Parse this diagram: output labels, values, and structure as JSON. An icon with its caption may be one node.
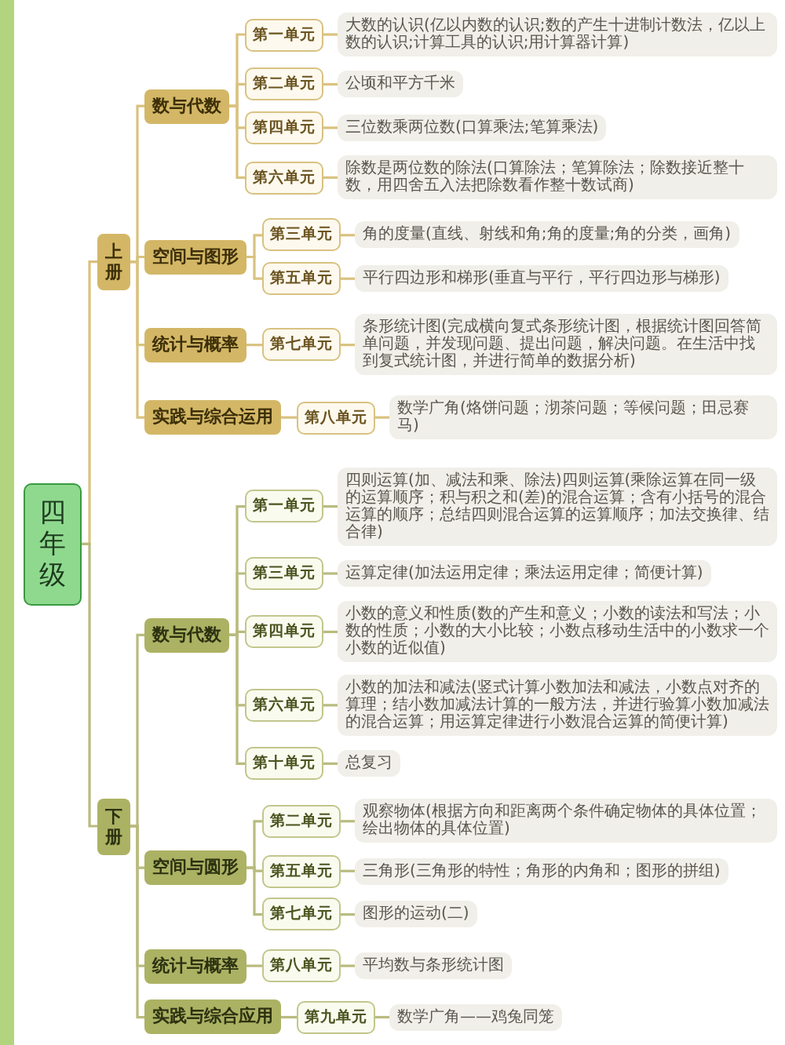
{
  "diagram": {
    "nodes": [
      {
        "text": [
          "四年级"
        ]
      },
      {
        "text": [
          "上册"
        ]
      },
      {
        "text": [
          "数与代数"
        ]
      },
      {
        "text": [
          "第一单元"
        ]
      },
      {
        "text": [
          "大数的认识(亿以内数的认识;数的产生十进制计数法，亿以上数的认识;计算工具的认识;用计算器计算)"
        ]
      },
      {
        "text": [
          "第二单元"
        ]
      },
      {
        "text": [
          "公顷和平方千米"
        ]
      },
      {
        "text": [
          "第四单元"
        ]
      },
      {
        "text": [
          "三位数乘两位数(口算乘法;笔算乘法)"
        ]
      },
      {
        "text": [
          "第六单元"
        ]
      },
      {
        "text": [
          "除数是两位数的除法(口算除法；笔算除法；除数接近整十数，用四舍五入法把除数看作整十数试商)"
        ]
      },
      {
        "text": [
          "空间与图形"
        ]
      },
      {
        "text": [
          "第三单元"
        ]
      },
      {
        "text": [
          "角的度量(直线、射线和角;角的度量;角的分类，画角)"
        ]
      },
      {
        "text": [
          "第五单元"
        ]
      },
      {
        "text": [
          "平行四边形和梯形(垂直与平行，平行四边形与梯形)"
        ]
      },
      {
        "text": [
          "统计与概率"
        ]
      },
      {
        "text": [
          "第七单元"
        ]
      },
      {
        "text": [
          "条形统计图(完成横向复式条形统计图，根据统计图回答简单问题，并发现问题、提出问题，解决问题。在生活中找到复式统计图，并进行简单的数据分析)"
        ]
      },
      {
        "text": [
          "实践与综合运用"
        ]
      },
      {
        "text": [
          "第八单元"
        ]
      },
      {
        "text": [
          "数学广角(烙饼问题；沏茶问题；等候问题；田忌赛马)"
        ]
      },
      {
        "text": [
          "下册"
        ]
      },
      {
        "text": [
          "数与代数"
        ]
      },
      {
        "text": [
          "第一单元"
        ]
      },
      {
        "text": [
          "四则运算(加、减法和乘、除法)四则运算(乘除运算在同一级的运算顺序；积与积之和(差)的混合运算；含有小括号的混合运算的顺序；总结四则混合运算的运算顺序；加法交换律、结合律)"
        ]
      },
      {
        "text": [
          "第三单元"
        ]
      },
      {
        "text": [
          "运算定律(加法运用定律；乘法运用定律；简便计算)"
        ]
      },
      {
        "text": [
          "第四单元"
        ]
      },
      {
        "text": [
          "小数的意义和性质(数的产生和意义；小数的读法和写法；小数的性质；小数的大小比较；小数点移动生活中的小数求一个小数的近似值)"
        ]
      },
      {
        "text": [
          "第六单元"
        ]
      },
      {
        "text": [
          "小数的加法和减法(竖式计算小数加法和减法，小数点对齐的算理；结小数加减法计算的一般方法，并进行验算小数加减法的混合运算；用运算定律进行小数混合运算的简便计算)"
        ]
      },
      {
        "text": [
          "第十单元"
        ]
      },
      {
        "text": [
          "总复习"
        ]
      },
      {
        "text": [
          "空间与圆形"
        ]
      },
      {
        "text": [
          "第二单元"
        ]
      },
      {
        "text": [
          "观察物体(根据方向和距离两个条件确定物体的具体位置；绘出物体的具体位置)"
        ]
      },
      {
        "text": [
          "第五单元"
        ]
      },
      {
        "text": [
          "三角形(三角形的特性；角形的内角和；图形的拼组)"
        ]
      },
      {
        "text": [
          "第七单元"
        ]
      },
      {
        "text": [
          "图形的运动(二)"
        ]
      },
      {
        "text": [
          "统计与概率"
        ]
      },
      {
        "text": [
          "第八单元"
        ]
      },
      {
        "text": [
          "平均数与条形统计图"
        ]
      },
      {
        "text": [
          "实践与综合应用"
        ]
      },
      {
        "text": [
          "第九单元"
        ]
      },
      {
        "text": [
          "数学广角——鸡兔同笼"
        ]
      }
    ],
    "edges": [
      {
        "from": 0,
        "to": 1,
        "arrow": "none",
        "color": "#d9c27f"
      },
      {
        "from": 1,
        "to": 2,
        "arrow": "none",
        "color": "#d9c27f"
      },
      {
        "from": 2,
        "to": 3,
        "arrow": "none",
        "color": "#d9c27f"
      },
      {
        "from": 3,
        "to": 4,
        "arrow": "none",
        "color": "#d9c27f"
      },
      {
        "from": 2,
        "to": 5,
        "arrow": "none",
        "color": "#d9c27f"
      },
      {
        "from": 5,
        "to": 6,
        "arrow": "none",
        "color": "#d9c27f"
      },
      {
        "from": 2,
        "to": 7,
        "arrow": "none",
        "color": "#d9c27f"
      },
      {
        "from": 7,
        "to": 8,
        "arrow": "none",
        "color": "#d9c27f"
      },
      {
        "from": 2,
        "to": 9,
        "arrow": "none",
        "color": "#d9c27f"
      },
      {
        "from": 9,
        "to": 10,
        "arrow": "none",
        "color": "#d9c27f"
      },
      {
        "from": 1,
        "to": 11,
        "arrow": "none",
        "color": "#d9c27f"
      },
      {
        "from": 11,
        "to": 12,
        "arrow": "none",
        "color": "#d9c27f"
      },
      {
        "from": 12,
        "to": 13,
        "arrow": "none",
        "color": "#d9c27f"
      },
      {
        "from": 11,
        "to": 14,
        "arrow": "none",
        "color": "#d9c27f"
      },
      {
        "from": 14,
        "to": 15,
        "arrow": "none",
        "color": "#d9c27f"
      },
      {
        "from": 1,
        "to": 16,
        "arrow": "none",
        "color": "#d9c27f"
      },
      {
        "from": 16,
        "to": 17,
        "arrow": "none",
        "color": "#d9c27f"
      },
      {
        "from": 17,
        "to": 18,
        "arrow": "none",
        "color": "#d9c27f"
      },
      {
        "from": 1,
        "to": 19,
        "arrow": "none",
        "color": "#d9c27f"
      },
      {
        "from": 19,
        "to": 20,
        "arrow": "none",
        "color": "#d9c27f"
      },
      {
        "from": 20,
        "to": 21,
        "arrow": "none",
        "color": "#d9c27f"
      },
      {
        "from": 0,
        "to": 22,
        "arrow": "none"
      },
      {
        "from": 22,
        "to": 23,
        "arrow": "none"
      },
      {
        "from": 23,
        "to": 24,
        "arrow": "none"
      },
      {
        "from": 24,
        "to": 25,
        "arrow": "none"
      },
      {
        "from": 23,
        "to": 26,
        "arrow": "none"
      },
      {
        "from": 26,
        "to": 27,
        "arrow": "none"
      },
      {
        "from": 23,
        "to": 28,
        "arrow": "none"
      },
      {
        "from": 28,
        "to": 29,
        "arrow": "none"
      },
      {
        "from": 23,
        "to": 30,
        "arrow": "none"
      },
      {
        "from": 30,
        "to": 31,
        "arrow": "none"
      },
      {
        "from": 23,
        "to": 32,
        "arrow": "none"
      },
      {
        "from": 32,
        "to": 33,
        "arrow": "none"
      },
      {
        "from": 22,
        "to": 34,
        "arrow": "none"
      },
      {
        "from": 34,
        "to": 35,
        "arrow": "none"
      },
      {
        "from": 35,
        "to": 36,
        "arrow": "none"
      },
      {
        "from": 34,
        "to": 37,
        "arrow": "none"
      },
      {
        "from": 37,
        "to": 38,
        "arrow": "none"
      },
      {
        "from": 34,
        "to": 39,
        "arrow": "none"
      },
      {
        "from": 39,
        "to": 40,
        "arrow": "none"
      },
      {
        "from": 22,
        "to": 41,
        "arrow": "none"
      },
      {
        "from": 41,
        "to": 42,
        "arrow": "none"
      },
      {
        "from": 42,
        "to": 43,
        "arrow": "none"
      },
      {
        "from": 22,
        "to": 44,
        "arrow": "none"
      },
      {
        "from": 44,
        "to": 45,
        "arrow": "none"
      },
      {
        "from": 45,
        "to": 46,
        "arrow": "none"
      }
    ]
  }
}
